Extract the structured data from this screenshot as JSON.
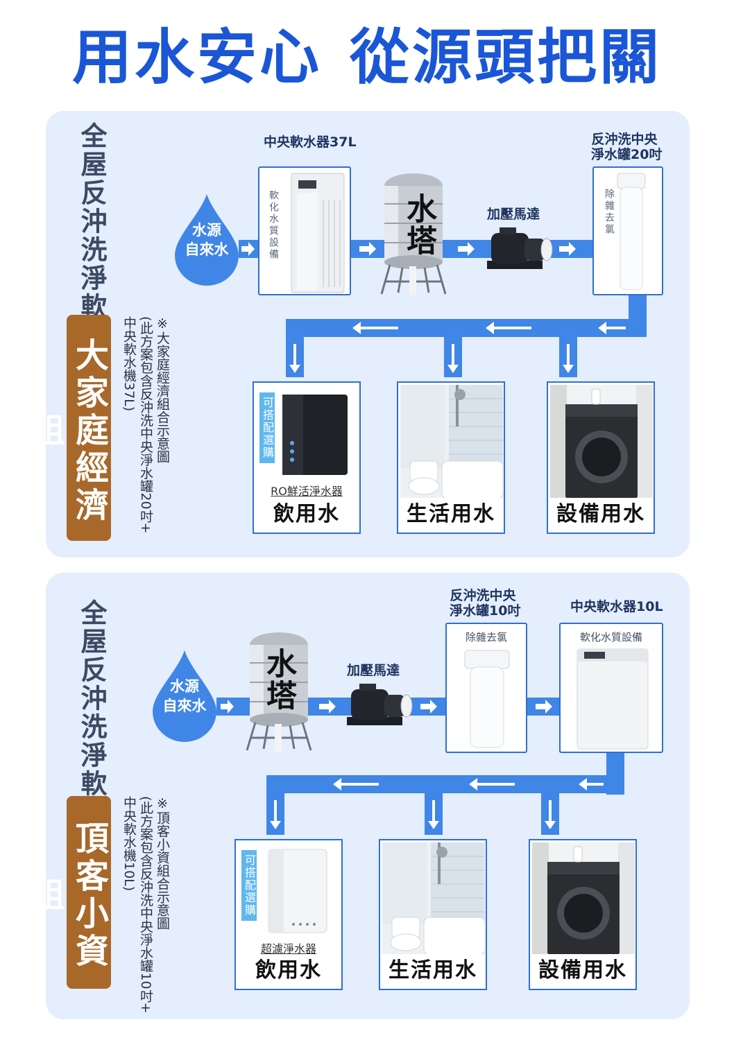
{
  "title": {
    "part1": "用水安心",
    "part2": "從源頭把關"
  },
  "panel1": {
    "vertical_title": "全屋反沖洗淨軟水",
    "badge": "大家庭經濟組",
    "note": [
      "※大家庭經濟組合示意圖",
      "(此方案包含反沖洗中央淨水罐20吋+",
      "中央軟水機37L)"
    ],
    "source": {
      "line1": "水源",
      "line2": "自來水"
    },
    "softener_label": "中央軟水器37L",
    "softener_side_text": "軟化水質設備",
    "tank_text": "水塔",
    "pump_label": "加壓馬達",
    "filter_label": [
      "反沖洗中央",
      "淨水罐20吋"
    ],
    "filter_side_text": "除雜去氯",
    "outputs": [
      {
        "caption": "飲用水",
        "sub": "RO鮮活淨水器",
        "optional": "可搭配選購"
      },
      {
        "caption": "生活用水"
      },
      {
        "caption": "設備用水"
      }
    ]
  },
  "panel2": {
    "vertical_title": "全屋反沖洗淨軟水",
    "badge": "頂客小資組",
    "note": [
      "※頂客小資組合示意圖",
      "(此方案包含反沖洗中央淨水罐10吋+",
      "中央軟水機10L)"
    ],
    "source": {
      "line1": "水源",
      "line2": "自來水"
    },
    "tank_text": "水塔",
    "pump_label": "加壓馬達",
    "filter_label": [
      "反沖洗中央",
      "淨水罐10吋"
    ],
    "filter_top_text": "除雜去氯",
    "softener_label": "中央軟水器10L",
    "softener_top_text": "軟化水質設備",
    "outputs": [
      {
        "caption": "飲用水",
        "sub": "超濾淨水器",
        "optional": "可搭配選購"
      },
      {
        "caption": "生活用水"
      },
      {
        "caption": "設備用水"
      }
    ]
  },
  "colors": {
    "title_blue": "#1a56d6",
    "pipe_blue": "#3f86e6",
    "badge_brown": "#a8682a",
    "panel_bg": "#e4eefc"
  }
}
